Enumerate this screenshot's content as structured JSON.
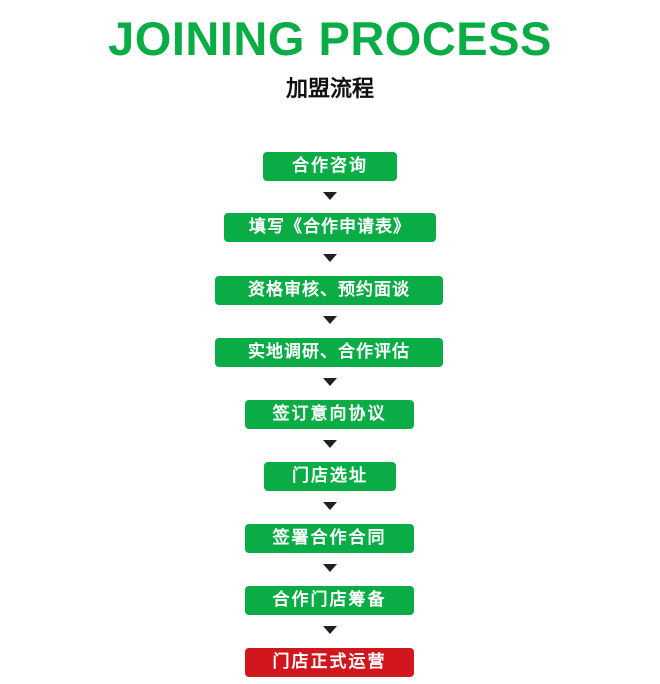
{
  "header": {
    "title": "JOINING PROCESS",
    "subtitle": "加盟流程"
  },
  "colors": {
    "title": "#0aac45",
    "step_green": "#0aac45",
    "step_final": "#d2161e",
    "arrow": "#231f20"
  },
  "steps": [
    {
      "label": "合作咨询"
    },
    {
      "label": "填写《合作申请表》"
    },
    {
      "label": "资格审核、预约面谈"
    },
    {
      "label": "实地调研、合作评估"
    },
    {
      "label": "签订意向协议"
    },
    {
      "label": "门店选址"
    },
    {
      "label": "签署合作合同"
    },
    {
      "label": "合作门店筹备"
    },
    {
      "label": "门店正式运营"
    }
  ],
  "arrow_icon": "down-triangle-icon"
}
